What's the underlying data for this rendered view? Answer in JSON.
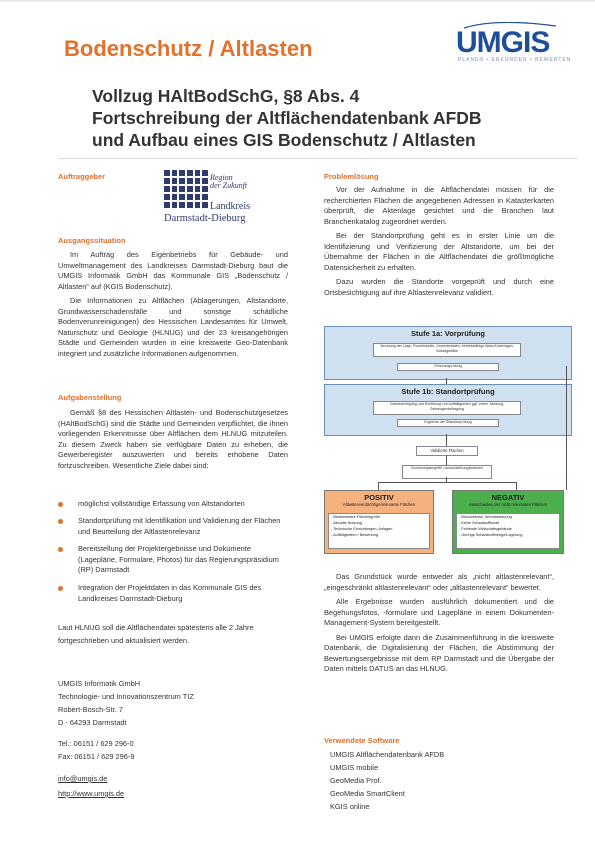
{
  "header": {
    "title": "Bodenschutz / Altlasten",
    "logo_word": "UMGIS",
    "logo_tagline": "PLANEN • ERKUNDEN • BEWERTEN"
  },
  "subtitle": {
    "line1": "Vollzug HAltBodSchG, §8 Abs. 4",
    "line2": "Fortschreibung der Altflächendatenbank AFDB",
    "line3": "und Aufbau eines GIS Bodenschutz / Altlasten"
  },
  "client": {
    "heading": "Auftraggeber",
    "logo_region_1": "Region",
    "logo_region_2": "der Zukunft",
    "logo_line1": "Landkreis",
    "logo_line2": "Darmstadt-Dieburg"
  },
  "situation": {
    "heading": "Ausgangssituation",
    "p1": "Im Auftrag des Eigenbetriebs für Gebäude- und Umweltmanagement des Landkreises Darmstadt-Dieburg baut die UMGIS Informatik GmbH das Kommunale GIS „Bodenschutz / Altlasten“ auf (KGIS Bodenschutz).",
    "p2": "Die Informationen zu Altflächen (Ablagerungen, Altstandorte, Grundwasserschadensfälle und sonstige schädliche Bodenverunreinigungen) des Hessischen Landesamtes für Umwelt, Naturschutz und Geologie (HLNUG) und der 23 kreisangehörigen Städte und Gemeinden wurden in eine kreisweite Geo-Datenbank integriert und zusätzliche Informationen aufgenommen."
  },
  "task": {
    "heading": "Aufgabenstellung",
    "p1": "Gemäß §8 des Hessischen Altlasten- und Bodenschutzgesetzes (HAltBodSchG) sind die Städte und Gemeinden verpflichtet, die ihnen vorliegenden Erkenntnisse über Altflächen dem HLNUG mitzuteilen. Zu diesem Zweck haben sie verfügbare Daten zu erheben, die Gewerberegister auszuwerten und bereits erhobene Daten fortzuschreiben. Wesentliche Ziele dabei sind:",
    "bullets": [
      "möglichst vollständige Erfassung von Altstandorten",
      "Standortprüfung mit Identifikation und Validierung der Flächen und Beurteilung der Altlastenrelevanz",
      "Bereitstellung der Projektergebnisse und Dokumente (Lagepläne, Formulare, Photos) für das Regierungspräsidium (RP) Darmstadt",
      "Integration der Projektdaten in das Kommunale GIS des Landkreises Darmstadt-Dieburg"
    ],
    "closing_1": "Laut HLNUG soll die Altflächendatei spätestens alle 2 Jahre",
    "closing_2": "fortgeschrieben und aktualisiert werden."
  },
  "contact": {
    "company": "UMGIS Informatik GmbH",
    "center": "Technologie- und Innovationszentrum TIZ",
    "street": "Robert-Bosch-Str. 7",
    "city": "D - 64293 Darmstadt",
    "phone": "Tel.: 06151 / 629 296-0",
    "fax": "Fax: 06151 / 629 296-9",
    "email": "info@umgis.de",
    "web": "http://www.umgis.de"
  },
  "solution": {
    "heading": "Problemlösung",
    "p1": "Vor der Aufnahme in die Altflächendatei müssen für die recherchierten Flächen die angegebenen Adressen in Katasterkarten überprüft, die Aktenlage gesichtet und die Branchen laut Branchenkatalog zugeordnet werden.",
    "p2": "Bei der Standortprüfung geht es in erster Linie um die Identifizierung und Verifizierung der Altstandorte, um bei der Übernahme der Flächen in die Altflächendatei die größtmögliche Datensicherheit zu erhalten.",
    "p3": "Dazu wurden die Standorte vorgeprüft und durch eine Ortsbesichtigung auf ihre Altlastenrelevanz validiert.",
    "p4": "Das Grundstück wurde entweder als „nicht altlastenrelevant“, „eingeschränkt altlastenrelevant“ oder „altlastenrelevant“ bewertet.",
    "p5": "Alle Ergebnisse wurden ausführlich dokumentiert und die Begehungsfotos, -formulare und Lagepläne in einem Dokumenten-Management-System bereitgestellt.",
    "p6": "Bei UMGIS erfolgte dann die Zusammenführung in die kreisweite Datenbank, die Digitalisierung der Flächen, die Abstimmung der Bewertungsergebnisse mit dem RP Darmstadt und die Übergabe der Daten mittels DATUS an das HLNUG."
  },
  "diagram": {
    "stage1_title": "Stufe 1a: Vorprüfung",
    "stage1_box1": "Verortung der Lage, Flurstücksdfe, Gewerbedaten, betriebsfähige Akten/Unterlagen, Schadgutfälle",
    "stage1_box2": "Relevanzprüfung",
    "stage2_title": "Stufe 1b: Standortprüfung",
    "stage2_box1": "Ortsbesichtigung und Ermittlung von Auffälligkeiten ggf. ehem. Nutzung, Zeitzeugenbefragung",
    "stage2_box2": "Ergebnis der Standortprüfung",
    "validate": "Validierte Flächen",
    "classify": "Zuordnungsbegriffe / Ausschließungskriterien",
    "pos_title": "POSITIV",
    "pos_sub": "Altlastenverdächtige/relevante Flächen",
    "pos_items": [
      "- Bestimmbare Flächengröße",
      "- Aktuelle Nutzung",
      "- Technische Einrichtungen, Anlagen",
      "- Auffälligkeiten / Bewertung"
    ],
    "neg_title": "NEGATIV",
    "neg_sub": "Ausscheiden der nicht relevanten Flächen",
    "neg_items": [
      "- Büroadresse, Wohnbebauung",
      "- Keine Schadstofffunde",
      "- Fehlende Wirtschaftsgebäude",
      "- Geringe Schadstoffmenge/Lagerung"
    ],
    "colors": {
      "stage_fill": "#cfe0f0",
      "positive_fill": "#f5b27e",
      "negative_fill": "#4cae4c"
    }
  },
  "software": {
    "heading": "Verwendete Software",
    "items": [
      "UMGIS Altflächendatenbank AFDB",
      "UMGIS mobile",
      "GeoMedia Prof.",
      "GeoMedia SmartClient",
      "KGIS online"
    ]
  },
  "colors": {
    "accent": "#e2712b",
    "brand": "#1d4e9a"
  }
}
